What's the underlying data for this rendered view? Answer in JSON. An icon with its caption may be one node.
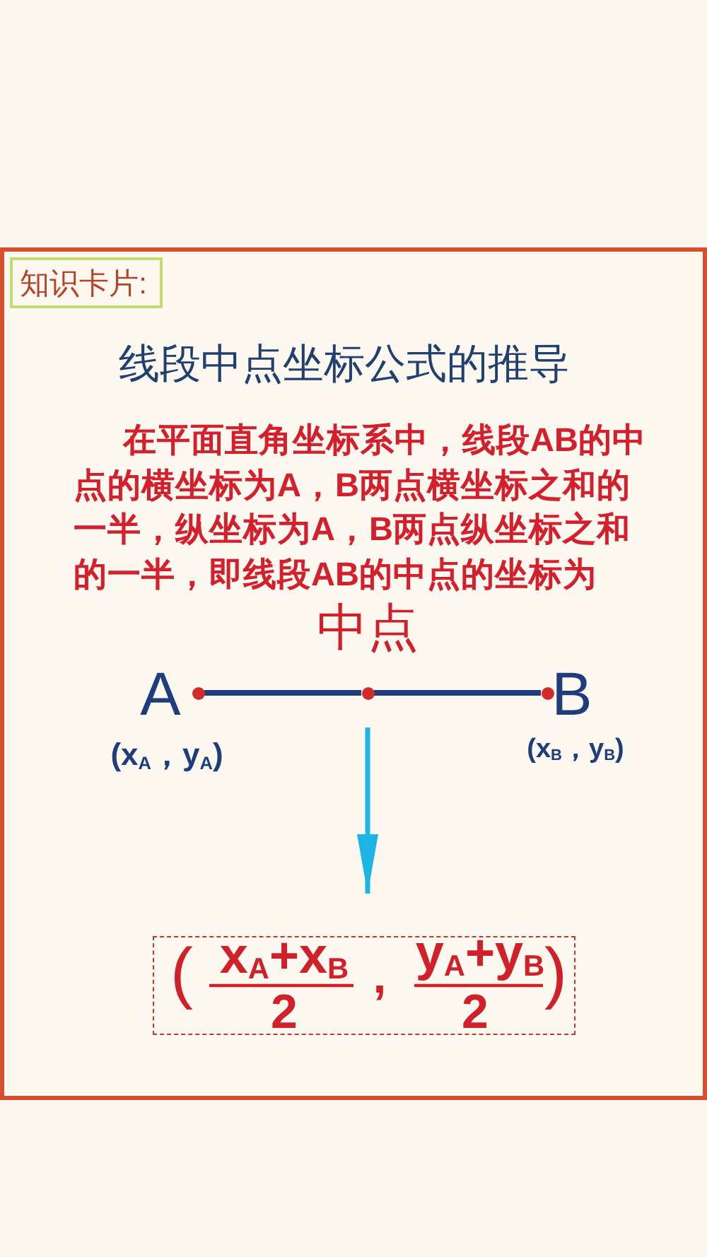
{
  "diagram": {
    "title": "线段中点坐标公式的推导",
    "nodes": [
      {
        "text": [
          "知识卡片:"
        ]
      },
      {
        "text": [],
        "shape": "circle",
        "beside": [
          "A",
          "(x$_{A}$，y$_{A}$)"
        ]
      },
      {
        "text": [],
        "shape": "circle",
        "beside": [
          "中点"
        ]
      },
      {
        "text": [],
        "shape": "circle",
        "beside": [
          "B",
          "(x$_{B}$，y$_{B}$)"
        ]
      },
      {
        "text": [
          "(",
          "x$_{A}$+x$_{B}$",
          "2",
          ",",
          "y$_{A}$+y$_{B}$",
          "2",
          ")"
        ]
      }
    ],
    "edges": [
      {
        "from": 1,
        "to": 2,
        "arrow": "none"
      },
      {
        "from": 2,
        "to": 3,
        "arrow": "none"
      },
      {
        "from": 2,
        "to": 4,
        "arrow": "to",
        "color": "#1cb5e5"
      }
    ],
    "labels": [
      "在平面直角坐标系中，线段AB的中点的横坐标为A，B两点横坐标之和的一半，纵坐标为A，B两点纵坐标之和的一半，即线段AB的中点的坐标为"
    ]
  }
}
